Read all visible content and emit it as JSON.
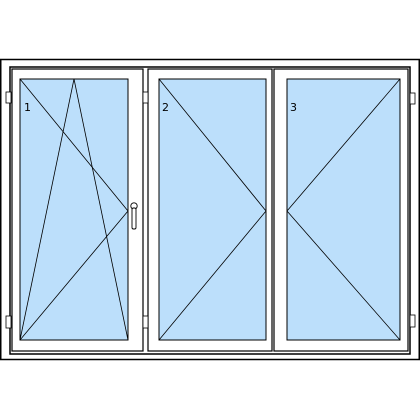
{
  "colors": {
    "glass": "#bcdffb",
    "frame": "#ffffff",
    "stroke": "#000000"
  },
  "panels": [
    {
      "label": "1",
      "opening": "tilt-turn",
      "hinge_side": "left",
      "handle_side": "right"
    },
    {
      "label": "2",
      "opening": "turn",
      "hinge_side": "left",
      "handle_side": "right"
    },
    {
      "label": "3",
      "opening": "turn",
      "hinge_side": "right",
      "handle_side": "left"
    }
  ]
}
